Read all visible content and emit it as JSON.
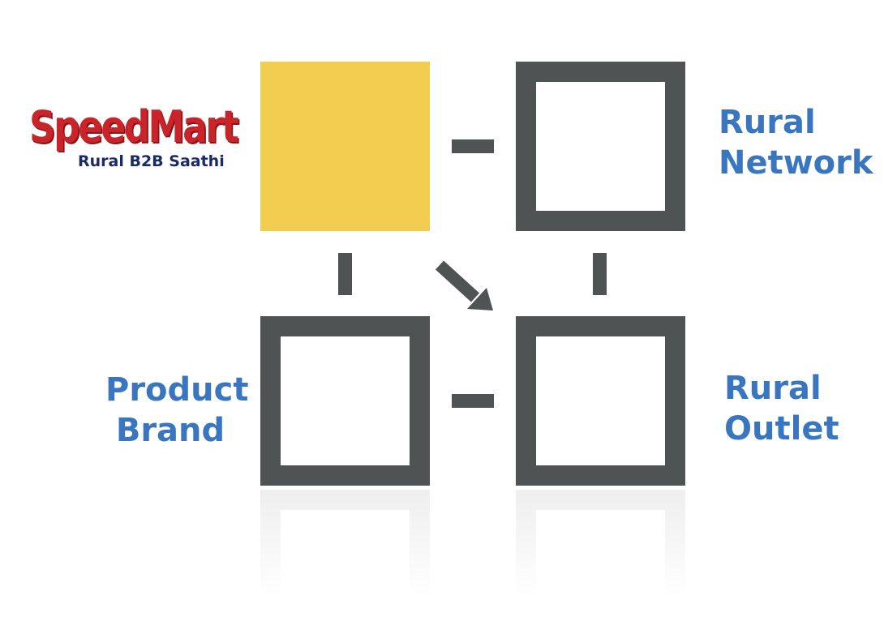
{
  "logo": {
    "title": "SpeedMart",
    "subtitle": "Rural B2B Saathi"
  },
  "labels": {
    "rural_network_line1": "Rural",
    "rural_network_line2": "Network",
    "product_brand_line1": "Product",
    "product_brand_line2": "Brand",
    "rural_outlet_line1": "Rural",
    "rural_outlet_line2": "Outlet"
  },
  "colors": {
    "highlight_box": "#f2cd50",
    "box_border": "#505354",
    "label_text": "#3a76c0",
    "logo_red": "#c8242a",
    "logo_navy": "#1a2a66"
  }
}
